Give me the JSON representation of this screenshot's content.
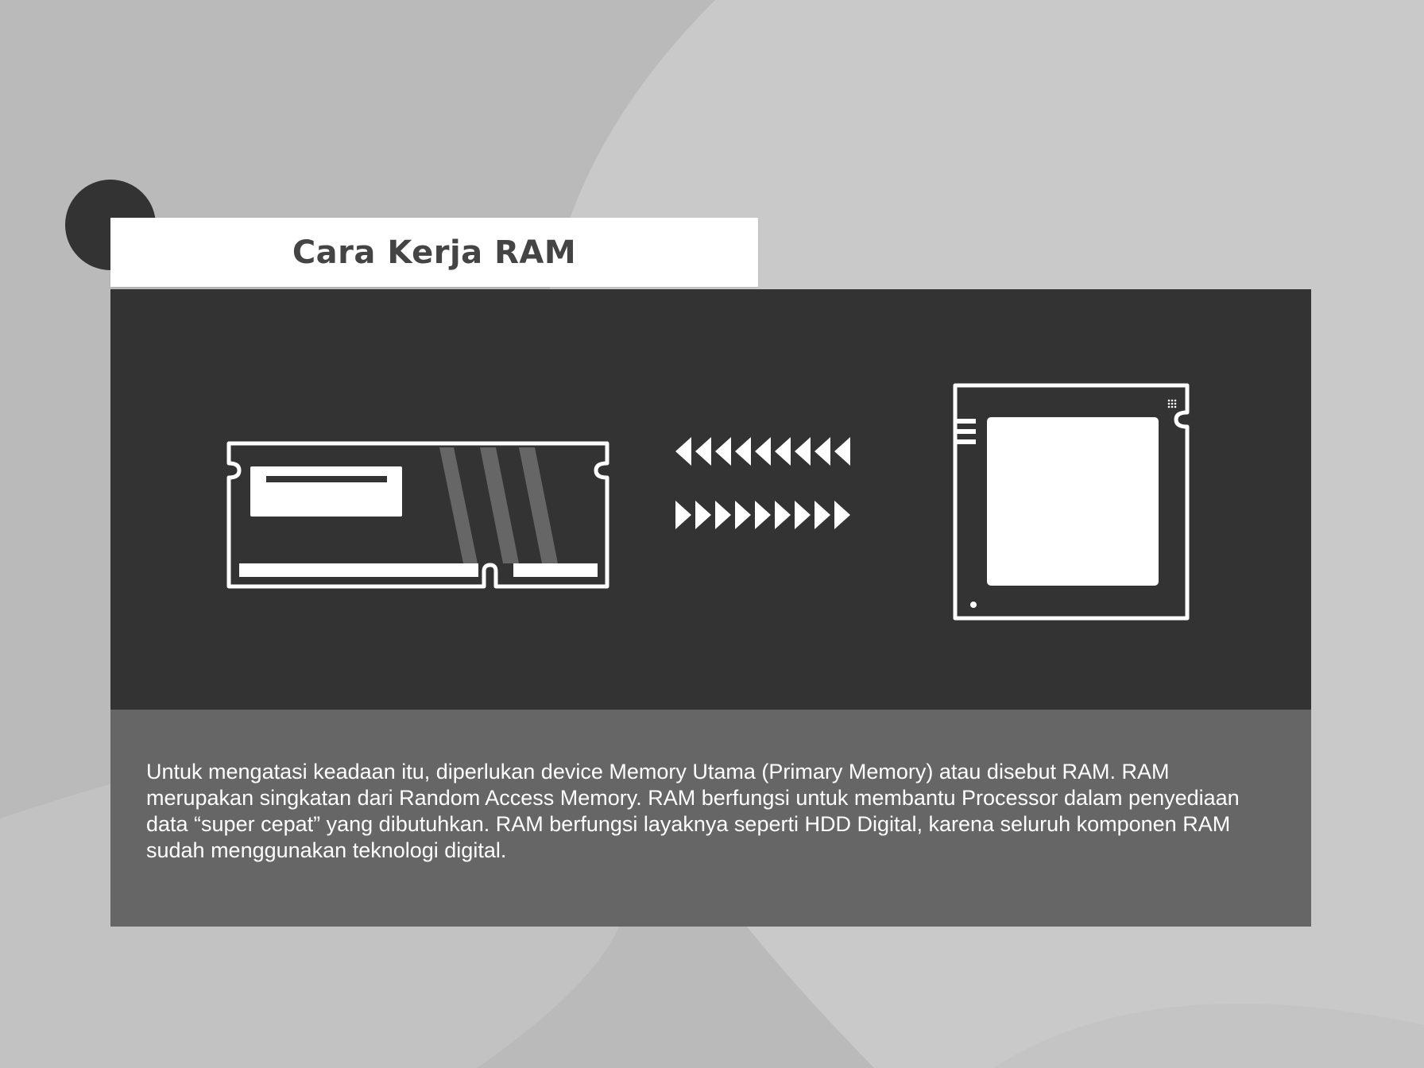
{
  "slide": {
    "title": "Cara Kerja RAM",
    "body": "Untuk mengatasi keadaan itu, diperlukan device Memory Utama (Primary Memory) atau disebut RAM. RAM merupakan singkatan dari Random Access Memory. RAM berfungsi untuk membantu Processor dalam penyediaan data “super cepat” yang dibutuhkan. RAM berfungsi layaknya seperti HDD Digital, karena seluruh komponen RAM sudah menggunakan teknologi digital."
  },
  "illustration": {
    "left_icon": "ram-module-icon",
    "right_icon": "processor-chip-icon",
    "arrows_left_count": 9,
    "arrows_right_count": 9
  },
  "colors": {
    "background": "#bababa",
    "background_curve": "#c9c9c9",
    "dark_panel": "#333333",
    "text_panel": "#666666",
    "title_card": "#ffffff",
    "title_text": "#444444",
    "icon_stroke": "#ffffff"
  }
}
